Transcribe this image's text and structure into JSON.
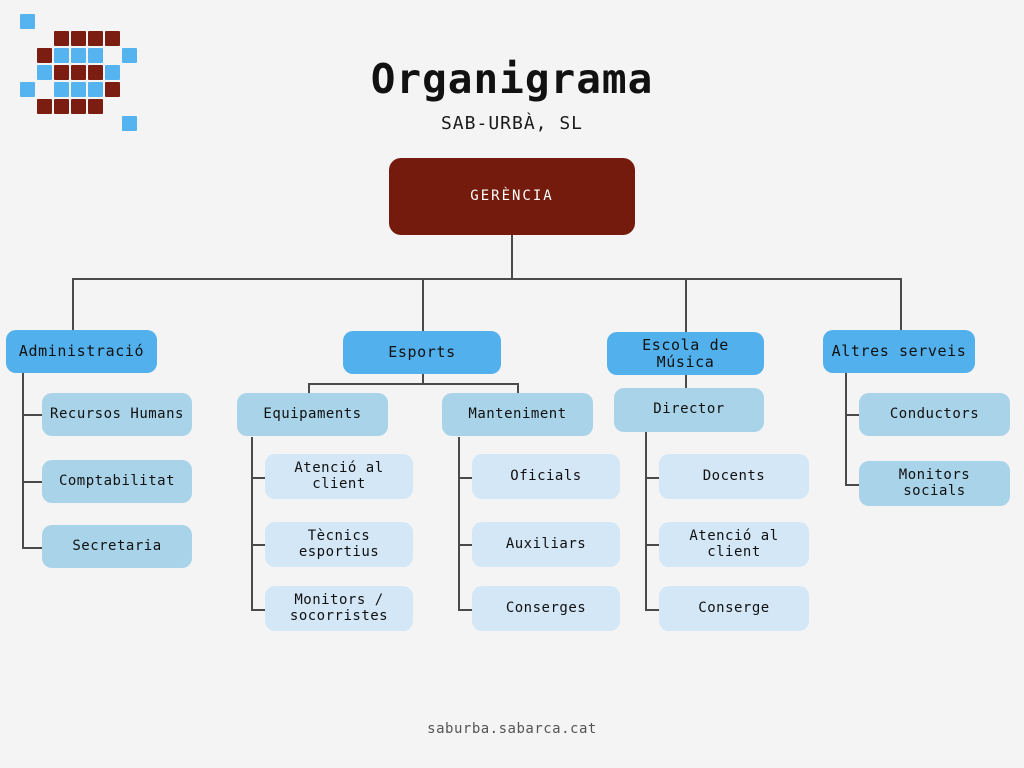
{
  "header": {
    "title": "Organigrama",
    "subtitle": "SAB-URBÀ, SL"
  },
  "footer": {
    "url": "saburba.sabarca.cat"
  },
  "colors": {
    "background": "#f4f4f4",
    "root_box": "#741b0d",
    "root_text": "#ffffff",
    "level2_box": "#52b0ec",
    "level3_box": "#a8d3e8",
    "level4_box": "#d3e7f7",
    "connector": "#4a4a4a",
    "logo_dark_red": "#7b1d10",
    "logo_blue": "#55b4ef"
  },
  "logo": {
    "name": "sab-urba-pixel-logo",
    "cols": 7,
    "rows": 6,
    "cells": [
      {
        "c": 0,
        "r": 0,
        "color": "#55b4ef"
      },
      {
        "c": 2,
        "r": 1,
        "color": "#7b1d10"
      },
      {
        "c": 3,
        "r": 1,
        "color": "#7b1d10"
      },
      {
        "c": 4,
        "r": 1,
        "color": "#7b1d10"
      },
      {
        "c": 5,
        "r": 1,
        "color": "#7b1d10"
      },
      {
        "c": 1,
        "r": 2,
        "color": "#7b1d10"
      },
      {
        "c": 2,
        "r": 2,
        "color": "#55b4ef"
      },
      {
        "c": 3,
        "r": 2,
        "color": "#55b4ef"
      },
      {
        "c": 4,
        "r": 2,
        "color": "#55b4ef"
      },
      {
        "c": 6,
        "r": 2,
        "color": "#55b4ef"
      },
      {
        "c": 1,
        "r": 3,
        "color": "#55b4ef"
      },
      {
        "c": 2,
        "r": 3,
        "color": "#7b1d10"
      },
      {
        "c": 3,
        "r": 3,
        "color": "#7b1d10"
      },
      {
        "c": 4,
        "r": 3,
        "color": "#7b1d10"
      },
      {
        "c": 5,
        "r": 3,
        "color": "#55b4ef"
      },
      {
        "c": 0,
        "r": 4,
        "color": "#55b4ef"
      },
      {
        "c": 2,
        "r": 4,
        "color": "#55b4ef"
      },
      {
        "c": 3,
        "r": 4,
        "color": "#55b4ef"
      },
      {
        "c": 4,
        "r": 4,
        "color": "#55b4ef"
      },
      {
        "c": 5,
        "r": 4,
        "color": "#7b1d10"
      },
      {
        "c": 1,
        "r": 5,
        "color": "#7b1d10"
      },
      {
        "c": 2,
        "r": 5,
        "color": "#7b1d10"
      },
      {
        "c": 3,
        "r": 5,
        "color": "#7b1d10"
      },
      {
        "c": 4,
        "r": 5,
        "color": "#7b1d10"
      },
      {
        "c": 6,
        "r": 6,
        "color": "#55b4ef"
      }
    ]
  },
  "chart_data": {
    "type": "diagram",
    "diagram_type": "org-chart",
    "title": "Organigrama",
    "subtitle": "SAB-URBÀ, SL",
    "root": "GERÈNCIA",
    "nodes": [
      {
        "id": "gerencia",
        "label": "GERÈNCIA",
        "level": 1,
        "parent": null
      },
      {
        "id": "administracio",
        "label": "Administració",
        "level": 2,
        "parent": "gerencia"
      },
      {
        "id": "esports",
        "label": "Esports",
        "level": 2,
        "parent": "gerencia"
      },
      {
        "id": "escola",
        "label": "Escola de\nMúsica",
        "level": 2,
        "parent": "gerencia"
      },
      {
        "id": "altres",
        "label": "Altres serveis",
        "level": 2,
        "parent": "gerencia"
      },
      {
        "id": "rrhh",
        "label": "Recursos Humans",
        "level": 3,
        "parent": "administracio"
      },
      {
        "id": "comptabilitat",
        "label": "Comptabilitat",
        "level": 3,
        "parent": "administracio"
      },
      {
        "id": "secretaria",
        "label": "Secretaria",
        "level": 3,
        "parent": "administracio"
      },
      {
        "id": "equipaments",
        "label": "Equipaments",
        "level": 3,
        "parent": "esports"
      },
      {
        "id": "manteniment",
        "label": "Manteniment",
        "level": 3,
        "parent": "esports"
      },
      {
        "id": "director",
        "label": "Director",
        "level": 3,
        "parent": "escola"
      },
      {
        "id": "conductors",
        "label": "Conductors",
        "level": 3,
        "parent": "altres"
      },
      {
        "id": "monitors_socials",
        "label": "Monitors\nsocials",
        "level": 3,
        "parent": "altres"
      },
      {
        "id": "atencio_esports",
        "label": "Atenció al\nclient",
        "level": 4,
        "parent": "equipaments"
      },
      {
        "id": "tecnics",
        "label": "Tècnics\nesportius",
        "level": 4,
        "parent": "equipaments"
      },
      {
        "id": "monitors_soc",
        "label": "Monitors /\nsocorristes",
        "level": 4,
        "parent": "equipaments"
      },
      {
        "id": "oficials",
        "label": "Oficials",
        "level": 4,
        "parent": "manteniment"
      },
      {
        "id": "auxiliars",
        "label": "Auxiliars",
        "level": 4,
        "parent": "manteniment"
      },
      {
        "id": "conserges",
        "label": "Conserges",
        "level": 4,
        "parent": "manteniment"
      },
      {
        "id": "docents",
        "label": "Docents",
        "level": 4,
        "parent": "director"
      },
      {
        "id": "atencio_musica",
        "label": "Atenció al\nclient",
        "level": 4,
        "parent": "director"
      },
      {
        "id": "conserge",
        "label": "Conserge",
        "level": 4,
        "parent": "director"
      }
    ]
  },
  "boxes": {
    "gerencia": "GERÈNCIA",
    "administracio": "Administració",
    "esports": "Esports",
    "escola": "Escola de\nMúsica",
    "altres": "Altres serveis",
    "rrhh": "Recursos Humans",
    "comptabilitat": "Comptabilitat",
    "secretaria": "Secretaria",
    "equipaments": "Equipaments",
    "manteniment": "Manteniment",
    "director": "Director",
    "conductors": "Conductors",
    "monitors_socials": "Monitors\nsocials",
    "atencio_esports": "Atenció al\nclient",
    "tecnics": "Tècnics\nesportius",
    "monitors_soc": "Monitors /\nsocorristes",
    "oficials": "Oficials",
    "auxiliars": "Auxiliars",
    "conserges": "Conserges",
    "docents": "Docents",
    "atencio_musica": "Atenció al\nclient",
    "conserge": "Conserge"
  }
}
